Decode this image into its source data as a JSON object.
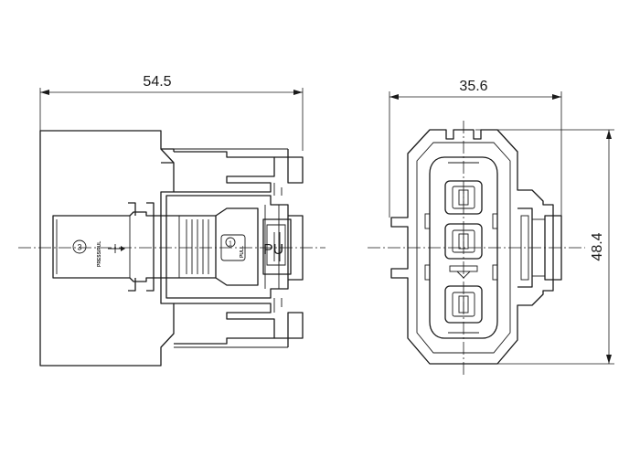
{
  "dimensions": {
    "side_width": "54.5",
    "front_width": "35.6",
    "front_height": "48.4"
  },
  "labels": {
    "step_three": "3",
    "press_pull": "PRESS/PUL",
    "step_one": "1",
    "pull": "PULL",
    "terminal_mark": "PU"
  },
  "colors": {
    "line": "#1a1a1a",
    "background": "#ffffff"
  }
}
